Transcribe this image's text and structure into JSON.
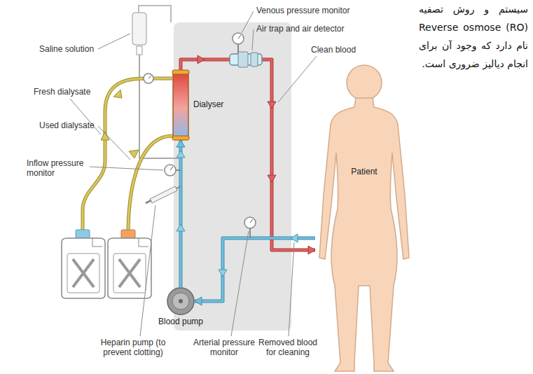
{
  "diagram": {
    "nodes": [
      {
        "text": [
          "Dialyser"
        ]
      },
      {
        "text": [
          "Patient"
        ]
      },
      {
        "text": [
          "Blood pump"
        ]
      }
    ],
    "edges": [
      {
        "from": 2,
        "to": 0,
        "arrow": "to"
      },
      {
        "from": 0,
        "to": 1,
        "arrow": "to"
      },
      {
        "from": 1,
        "to": 2,
        "arrow": "to"
      }
    ],
    "labels": [
      "Venous pressure monitor",
      "Air trap and air detector",
      "Clean blood",
      "Saline solution",
      "Fresh dialysate",
      "Used dialysate",
      "Inflow pressure monitor",
      "Heparin pump (to prevent clotting)",
      "Arterial pressure monitor",
      "Removed blood for cleaning",
      "سیستم و روش تصفیه (RO) Reverse osmose نام دارد که وجود آن برای انجام دیالیز ضروری است."
    ]
  }
}
